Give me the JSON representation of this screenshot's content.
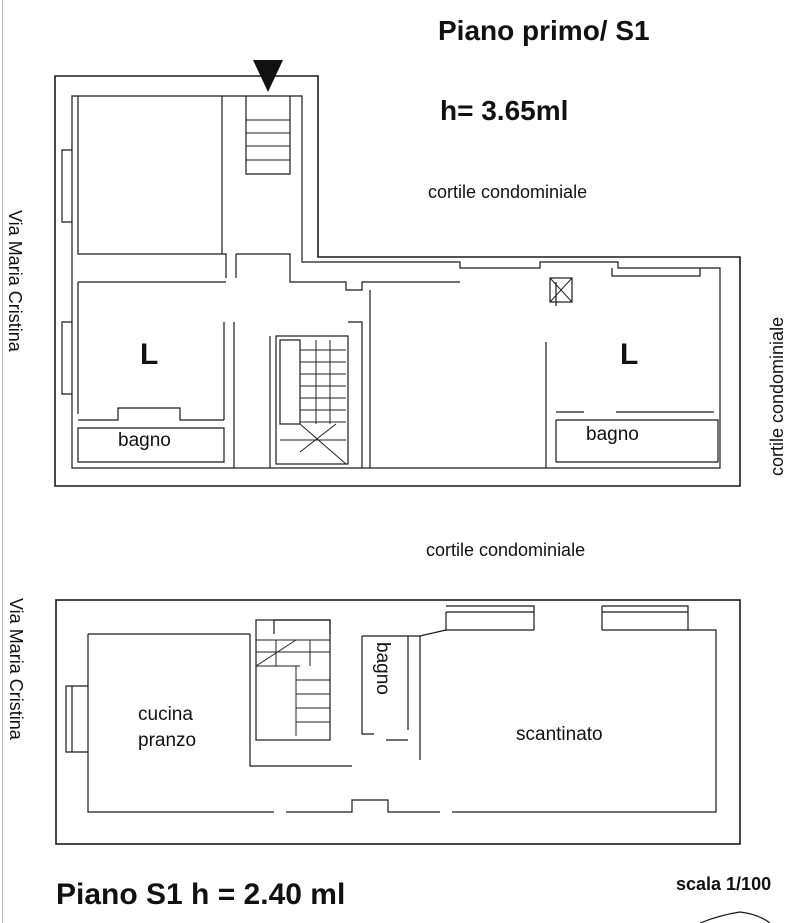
{
  "floor_upper": {
    "title": "Piano primo/ S1",
    "height": "h= 3.65ml",
    "court_top": "cortile condominiale",
    "court_right": "cortile condominiale",
    "street_left": "Via Maria Cristina",
    "room_left": "L",
    "room_right": "L",
    "bath_left": "bagno",
    "bath_right": "bagno"
  },
  "court_middle": "cortile condominiale",
  "floor_lower": {
    "street_left": "Via Maria Cristina",
    "kitchen_line1": "cucina",
    "kitchen_line2": "pranzo",
    "bath": "bagno",
    "cellar": "scantinato",
    "title": "Piano S1 h  = 2.40 ml"
  },
  "scale": "scala 1/100"
}
